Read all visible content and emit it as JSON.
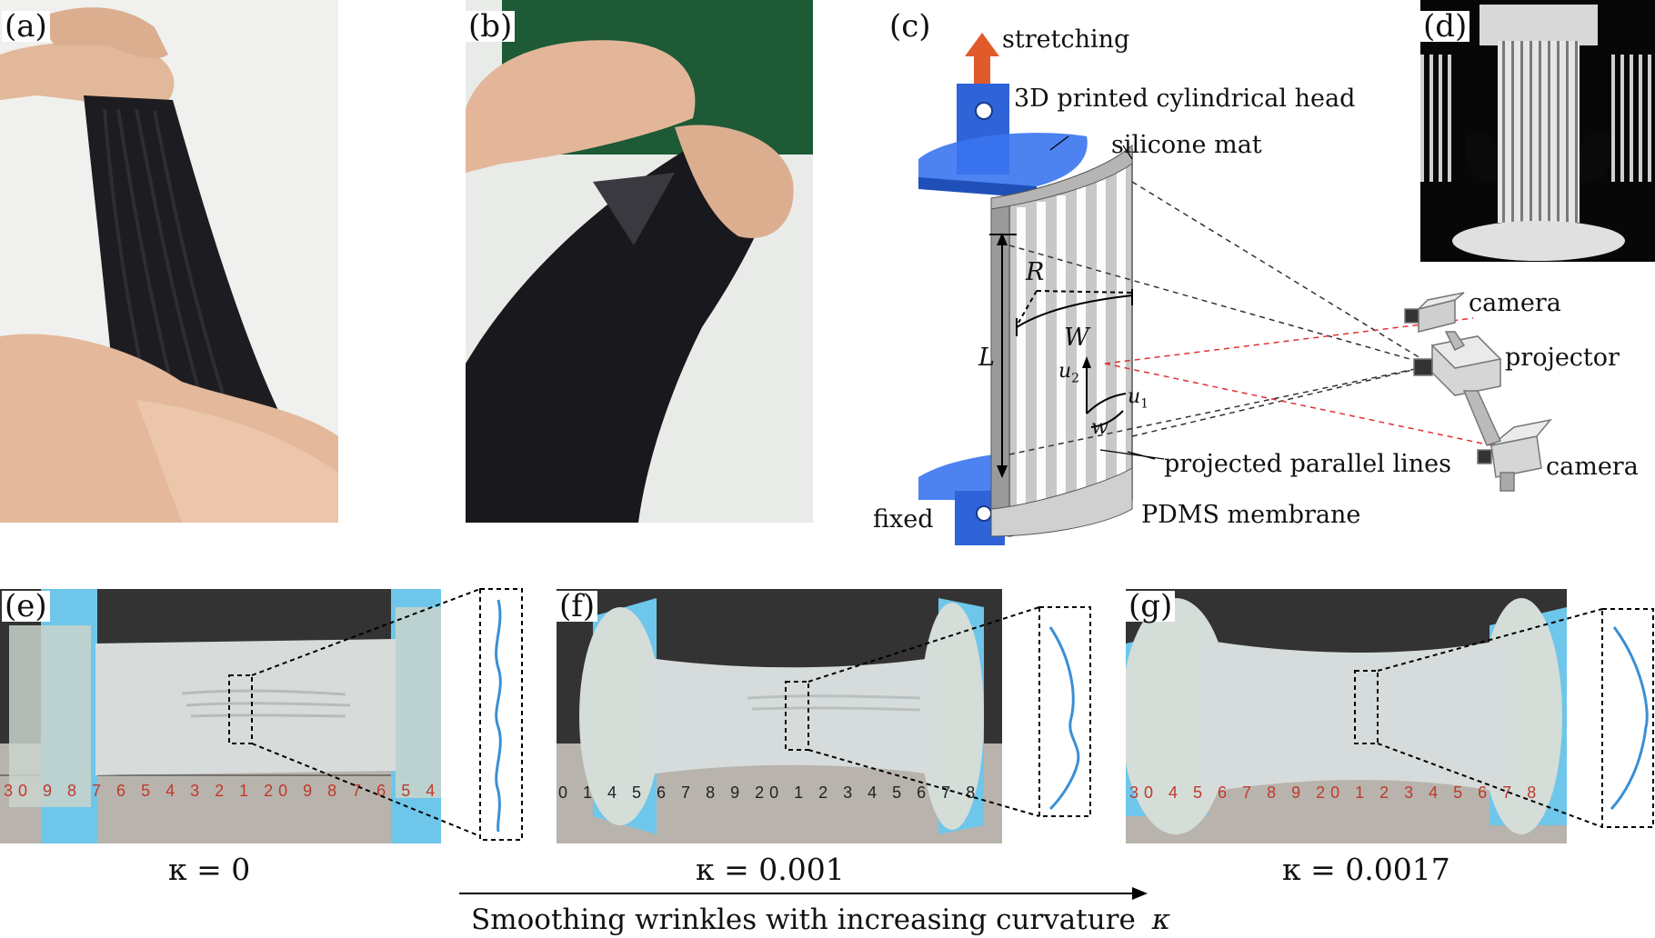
{
  "panels": {
    "a": "(a)",
    "b": "(b)",
    "c": "(c)",
    "d": "(d)",
    "e": "(e)",
    "f": "(f)",
    "g": "(g)"
  },
  "setup_labels": {
    "stretching": "stretching",
    "head": "3D printed cylindrical head",
    "silicone": "silicone mat",
    "camera_top": "camera",
    "projector": "projector",
    "camera_bottom": "camera",
    "projected": "projected parallel lines",
    "pdms": "PDMS membrane",
    "fixed": "fixed",
    "R": "R",
    "W": "W",
    "L": "L",
    "u2": "u",
    "u2_sub": "2",
    "u1": "u",
    "u1_sub": "1",
    "w": "w"
  },
  "curvatures": {
    "e": "κ = 0",
    "f": "κ = 0.001",
    "g": "κ = 0.0017"
  },
  "caption": {
    "arrow_text": "Smoothing wrinkles with increasing curvature",
    "arrow_symbol": "κ"
  },
  "ruler_digits": {
    "e": "30  9 8 7 6 5 4 3 2 1 20 9 8 7 6 5 4",
    "f": "0 1  4 5 6 7 8 9 20 1 2 3 4 5 6 7 8",
    "g": "30  4 5 6 7 8 9 20 1 2 3 4 5 6 7 8"
  },
  "colors": {
    "fabric": "#1c1b1f",
    "skin": "#e7bfa4",
    "mount_blue": "#2f63d8",
    "arrow_orange": "#e05a2a",
    "fixture_cyan": "#5fc2ea",
    "membrane": "#d3d9d9",
    "profile_blue": "#3a8fd6"
  }
}
